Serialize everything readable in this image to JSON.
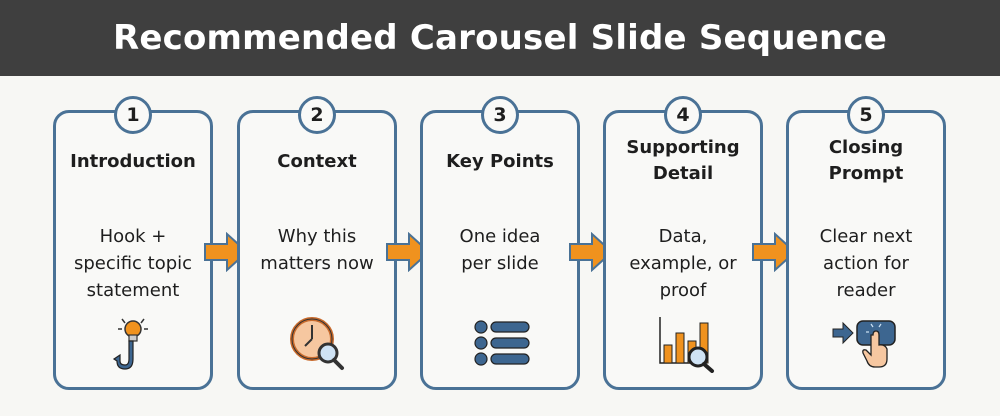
{
  "header": {
    "title": "Recommended Carousel Slide Sequence"
  },
  "colors": {
    "header_bg": "#3f3f3f",
    "card_border": "#4a7296",
    "arrow": "#f0921e",
    "icon_blue": "#3d6690",
    "icon_orange": "#f0921e"
  },
  "steps": [
    {
      "number": "1",
      "title_lines": [
        "Introduction"
      ],
      "desc_lines": [
        "Hook +",
        "specific topic",
        "statement"
      ],
      "icon": "hook-lightbulb-icon"
    },
    {
      "number": "2",
      "title_lines": [
        "Context"
      ],
      "desc_lines": [
        "Why this",
        "matters now"
      ],
      "icon": "clock-magnifier-icon"
    },
    {
      "number": "3",
      "title_lines": [
        "Key Points"
      ],
      "desc_lines": [
        "One idea",
        "per slide"
      ],
      "icon": "bullet-list-icon"
    },
    {
      "number": "4",
      "title_lines": [
        "Supporting",
        "Detail"
      ],
      "desc_lines": [
        "Data,",
        "example, or",
        "proof"
      ],
      "icon": "bar-chart-magnifier-icon"
    },
    {
      "number": "5",
      "title_lines": [
        "Closing",
        "Prompt"
      ],
      "desc_lines": [
        "Clear next",
        "action for",
        "reader"
      ],
      "icon": "click-button-icon"
    }
  ]
}
